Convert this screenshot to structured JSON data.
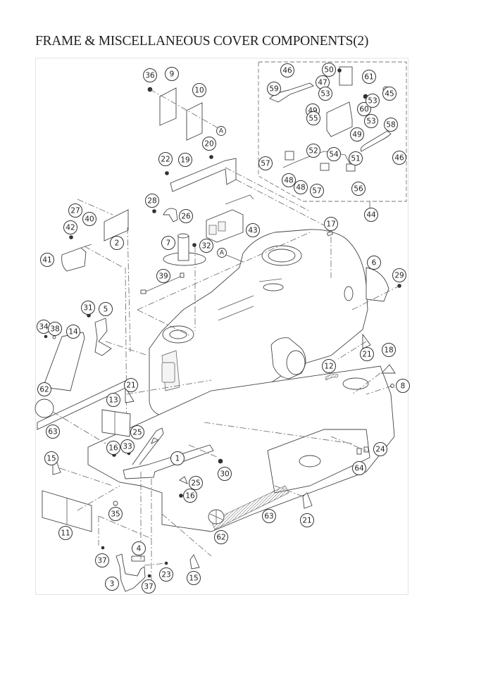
{
  "title": "FRAME & MISCELLANEOUS COVER COMPONENTS(2)",
  "diagram": {
    "type": "exploded-parts-view",
    "reference_marks": [
      "A",
      "A"
    ],
    "callouts": [
      {
        "id": "36"
      },
      {
        "id": "9"
      },
      {
        "id": "10"
      },
      {
        "id": "20"
      },
      {
        "id": "22"
      },
      {
        "id": "19"
      },
      {
        "id": "46"
      },
      {
        "id": "50"
      },
      {
        "id": "61"
      },
      {
        "id": "47"
      },
      {
        "id": "53"
      },
      {
        "id": "45"
      },
      {
        "id": "59"
      },
      {
        "id": "60"
      },
      {
        "id": "49"
      },
      {
        "id": "55"
      },
      {
        "id": "53b",
        "label": "53"
      },
      {
        "id": "53c",
        "label": "53"
      },
      {
        "id": "49b",
        "label": "49"
      },
      {
        "id": "58"
      },
      {
        "id": "52"
      },
      {
        "id": "54"
      },
      {
        "id": "51"
      },
      {
        "id": "46b",
        "label": "46"
      },
      {
        "id": "57"
      },
      {
        "id": "48"
      },
      {
        "id": "48b",
        "label": "48"
      },
      {
        "id": "57b",
        "label": "57"
      },
      {
        "id": "56"
      },
      {
        "id": "44"
      },
      {
        "id": "27"
      },
      {
        "id": "40"
      },
      {
        "id": "28"
      },
      {
        "id": "26"
      },
      {
        "id": "42"
      },
      {
        "id": "2"
      },
      {
        "id": "43"
      },
      {
        "id": "7"
      },
      {
        "id": "32"
      },
      {
        "id": "41"
      },
      {
        "id": "17"
      },
      {
        "id": "6"
      },
      {
        "id": "29"
      },
      {
        "id": "39"
      },
      {
        "id": "31"
      },
      {
        "id": "5"
      },
      {
        "id": "34"
      },
      {
        "id": "38"
      },
      {
        "id": "14"
      },
      {
        "id": "21"
      },
      {
        "id": "18"
      },
      {
        "id": "12"
      },
      {
        "id": "8"
      },
      {
        "id": "62"
      },
      {
        "id": "21b",
        "label": "21"
      },
      {
        "id": "13"
      },
      {
        "id": "63"
      },
      {
        "id": "25"
      },
      {
        "id": "16"
      },
      {
        "id": "33"
      },
      {
        "id": "24"
      },
      {
        "id": "64"
      },
      {
        "id": "15"
      },
      {
        "id": "1"
      },
      {
        "id": "30"
      },
      {
        "id": "25b",
        "label": "25"
      },
      {
        "id": "16b",
        "label": "16"
      },
      {
        "id": "35"
      },
      {
        "id": "11"
      },
      {
        "id": "63b",
        "label": "63"
      },
      {
        "id": "21c",
        "label": "21"
      },
      {
        "id": "62b",
        "label": "62"
      },
      {
        "id": "4"
      },
      {
        "id": "37"
      },
      {
        "id": "23"
      },
      {
        "id": "15b",
        "label": "15"
      },
      {
        "id": "3"
      },
      {
        "id": "37b",
        "label": "37"
      }
    ]
  }
}
